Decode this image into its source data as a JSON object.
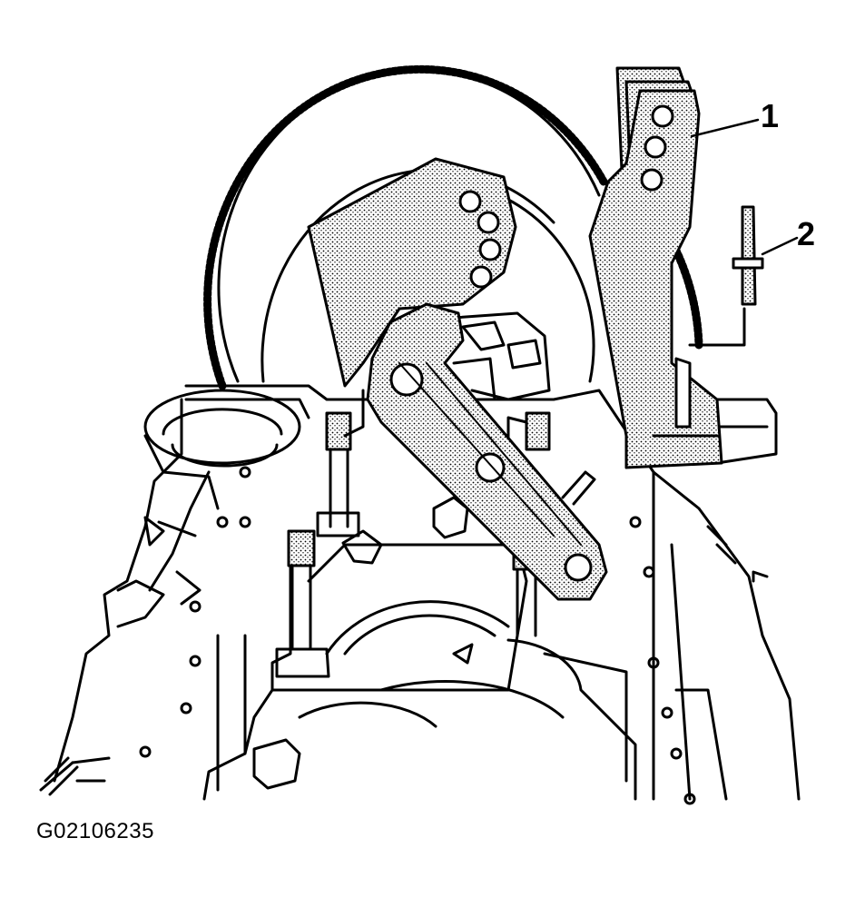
{
  "callouts": {
    "c1": "1",
    "c2": "2"
  },
  "figure_id": "G02106235",
  "colors": {
    "ink": "#000000",
    "paper": "#ffffff",
    "stipple": "#9a9a9a"
  }
}
